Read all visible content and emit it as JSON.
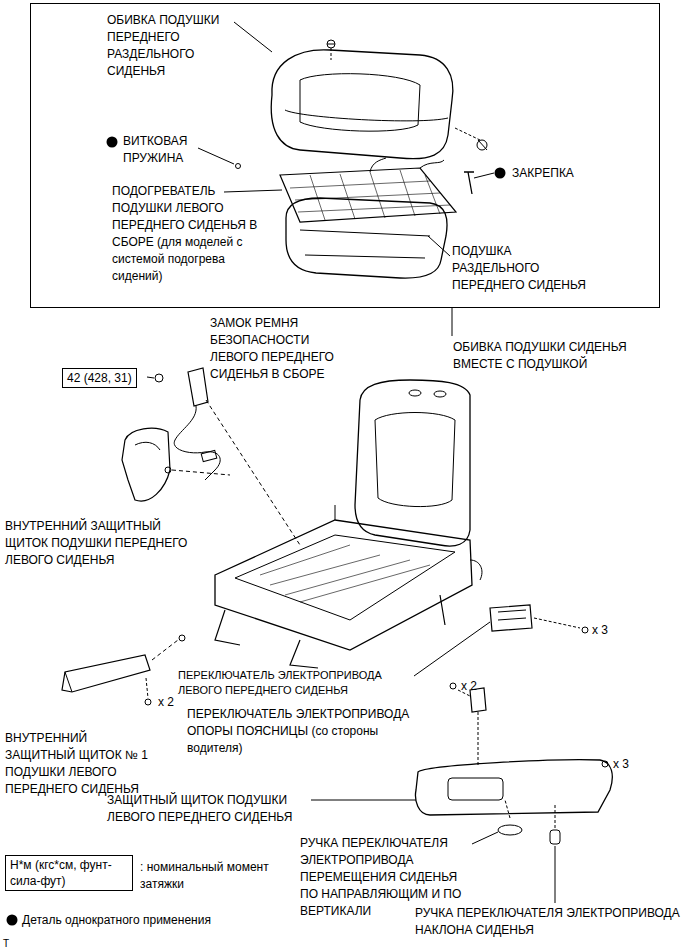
{
  "diagram": {
    "nodes": [
      {
        "text": [
          "ОБИВКА ПОДУШКИ СИДЕНЬЯ ВМЕСТЕ С ПОДУШКОЙ"
        ]
      },
      {
        "text": [
          "42 (428, 31)"
        ]
      },
      {
        "text": [
          "Н*м (кгс*см, фунт-сила-фут)"
        ]
      }
    ],
    "labels": [
      "ОБИВКА ПОДУШКИ ПЕРЕДНЕГО РАЗДЕЛЬНОГО СИДЕНЬЯ",
      "ВИТКОВАЯ ПРУЖИНА",
      "ЗАКРЕПКА",
      "ПОДОГРЕВАТЕЛЬ ПОДУШКИ ЛЕВОГО ПЕРЕДНЕГО СИДЕНЬЯ В СБОРЕ (для моделей с системой подогрева сидений)",
      "ПОДУШКА РАЗДЕЛЬНОГО ПЕРЕДНЕГО СИДЕНЬЯ",
      "ЗАМОК РЕМНЯ БЕЗОПАСНОСТИ ЛЕВОГО ПЕРЕДНЕГО СИДЕНЬЯ В СБОРЕ",
      "ВНУТРЕННИЙ ЗАЩИТНЫЙ ЩИТОК ПОДУШКИ ПЕРЕДНЕГО ЛЕВОГО СИДЕНЬЯ",
      "x 3",
      "ПЕРЕКЛЮЧАТЕЛЬ ЭЛЕКТРОПРИВОДА ЛЕВОГО ПЕРЕДНЕГО СИДЕНЬЯ",
      "x 2",
      "ПЕРЕКЛЮЧАТЕЛЬ ЭЛЕКТРОПРИВОДА ОПОРЫ ПОЯСНИЦЫ (со стороны водителя)",
      "x 2",
      "ВНУТРЕННИЙ ЗАЩИТНЫЙ ЩИТОК № 1 ПОДУШКИ ЛЕВОГО ПЕРЕДНЕГО СИДЕНЬЯ",
      "x 3",
      "ЗАЩИТНЫЙ ЩИТОК ПОДУШКИ ЛЕВОГО ПЕРЕДНЕГО СИДЕНЬЯ",
      "РУЧКА ПЕРЕКЛЮЧАТЕЛЯ ЭЛЕКТРОПРИВОДА ПЕРЕМЕЩЕНИЯ СИДЕНЬЯ ПО НАПРАВЛЯЮЩИМ И ПО ВЕРТИКАЛИ",
      "РУЧКА ПЕРЕКЛЮЧАТЕЛЯ ЭЛЕКТРОПРИВОДА НАКЛОНА СИДЕНЬЯ",
      "T"
    ],
    "legend": [
      {
        "text": ": номинальный момент затяжки"
      },
      {
        "text": "Деталь однократного применения"
      }
    ]
  }
}
